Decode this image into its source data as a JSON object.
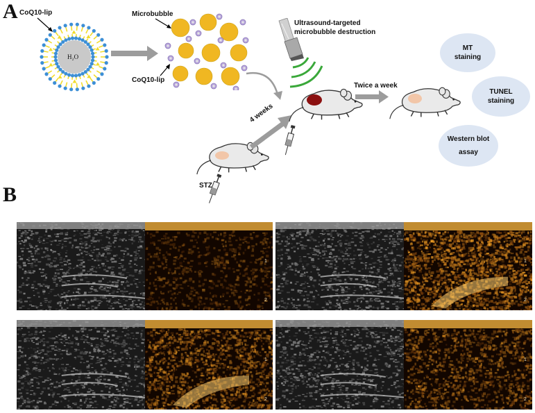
{
  "panel_a": {
    "letter": "A",
    "coq10_lip_label": "CoQ10-lip",
    "core_label": "H₂O",
    "microbubble_label": "Microbubble",
    "coq10_lip_label_2": "CoQ10-lip",
    "utmd_label_line1": "Ultrasound-targeted",
    "utmd_label_line2": "microbubble destruction",
    "stz_label": "STZ",
    "weeks_label": "4 weeks",
    "twice_label": "Twice a week",
    "assays": [
      {
        "line1": "MT",
        "line2": "staining"
      },
      {
        "line1": "TUNEL",
        "line2": "staining"
      },
      {
        "line1": "Western blot",
        "line2": "assay"
      }
    ]
  },
  "panel_b": {
    "letter": "B",
    "scale_ticks": [
      "1",
      "2"
    ]
  },
  "colors": {
    "lipid_head": "#3d8fd6",
    "lipid_tail": "#f2dc2a",
    "microbubble": "#f0b722",
    "liposome_small": "#b9a6dc",
    "arrow_gray": "#9c9c9c",
    "wave_green": "#3aa83a",
    "assay_bubble": "#dde6f3",
    "heart_dark": "#8b1010",
    "heart_light": "#f2c6a8"
  }
}
